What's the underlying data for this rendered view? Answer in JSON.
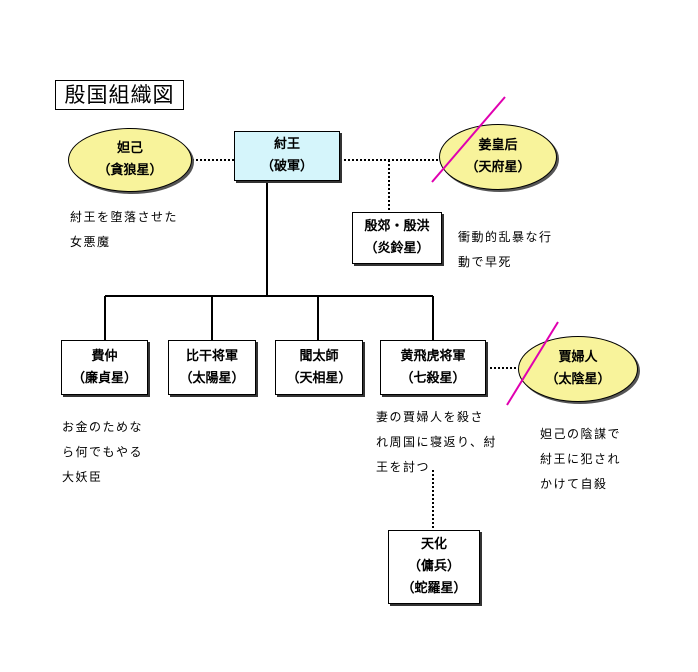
{
  "title": "殷国組織図",
  "colors": {
    "king_fill": "#d5f5fb",
    "oval_fill": "#f8f39b",
    "strike": "#e000b0"
  },
  "king": {
    "name": "紂王",
    "star": "（破軍）"
  },
  "daji": {
    "name": "妲己",
    "star": "（貪狼星）",
    "note": "紂王を堕落させた\n女悪魔"
  },
  "queen": {
    "name": "姜皇后",
    "star": "（天府星）",
    "deceased": true
  },
  "princes": {
    "name": "殷郊・殷洪",
    "star": "（炎鈴星）",
    "note": "衝動的乱暴な行\n動で早死"
  },
  "officers": [
    {
      "name": "費仲",
      "star": "（廉貞星）",
      "note": "お金のためな\nら何でもやる\n大妖臣"
    },
    {
      "name": "比干将軍",
      "star": "（太陽星）"
    },
    {
      "name": "聞太師",
      "star": "（天相星）"
    },
    {
      "name": "黄飛虎将軍",
      "star": "（七殺星）",
      "note": "妻の賈婦人を殺さ\nれ周国に寝返り、紂\n王を討つ"
    }
  ],
  "lady_jia": {
    "name": "賈婦人",
    "star": "（太陰星）",
    "note": "妲己の陰謀で\n紂王に犯され\nかけて自殺",
    "deceased": true
  },
  "tianhua": {
    "name": "天化",
    "rank": "（傭兵）",
    "star": "（蛇羅星）"
  }
}
